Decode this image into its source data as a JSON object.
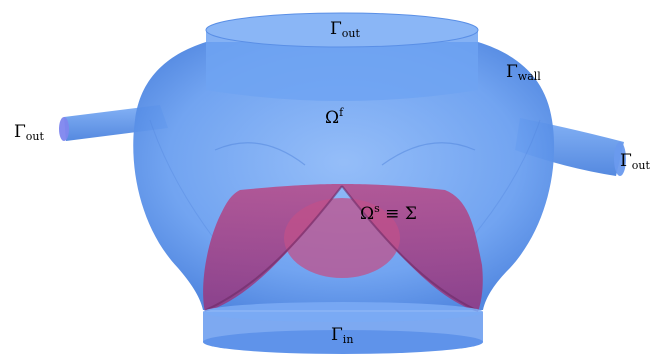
{
  "labels": {
    "gamma_out_top": {
      "symbol": "Γ",
      "sub": "out"
    },
    "gamma_wall": {
      "symbol": "Γ",
      "sub": "wall"
    },
    "gamma_out_left": {
      "symbol": "Γ",
      "sub": "out"
    },
    "gamma_out_right": {
      "symbol": "Γ",
      "sub": "out"
    },
    "omega_f": {
      "symbol": "Ω",
      "sup": "f"
    },
    "omega_s": {
      "symbol": "Ω",
      "sup": "s",
      "rest": " ≡ Σ"
    },
    "gamma_in": {
      "symbol": "Γ",
      "sub": "in"
    }
  },
  "colors": {
    "fluid_domain": "#5a94ee",
    "fluid_light": "#84b2f6",
    "fluid_dark": "#3f78d6",
    "valve_leaflets": "#b04a8c",
    "valve_dark": "#7d2f72"
  }
}
